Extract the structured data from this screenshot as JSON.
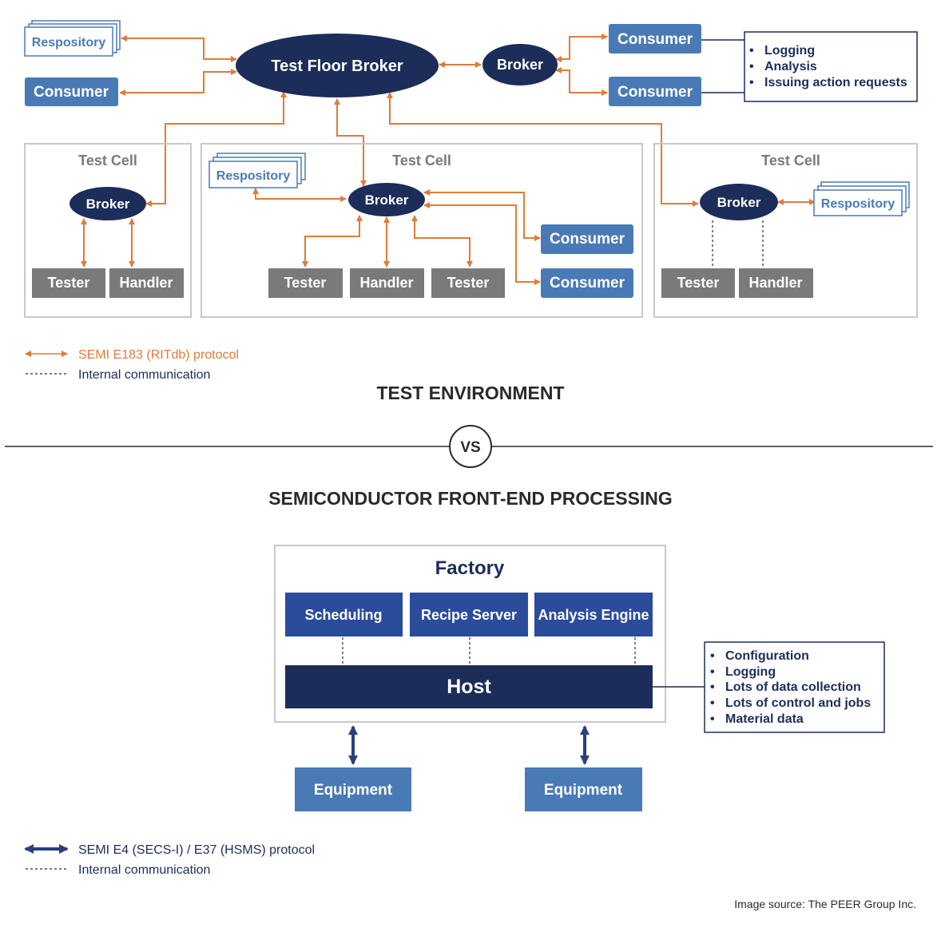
{
  "colors": {
    "navy": "#1c2d5a",
    "blue": "#4a7ab5",
    "repo_border": "#4a7ab5",
    "gray_box": "#7a7a7a",
    "cell_border": "#c8c8c8",
    "orange": "#e07b39",
    "host_navy": "#1c2d5a",
    "factory_block": "#2b4b9b",
    "text_dark": "#2a2a2a",
    "text_gray": "#7a7a7a",
    "list_navy": "#1c2d5a"
  },
  "test_env": {
    "top_repository": "Respository",
    "top_consumer": "Consumer",
    "test_floor_broker": "Test Floor Broker",
    "top_broker": "Broker",
    "right_consumer_1": "Consumer",
    "right_consumer_2": "Consumer",
    "consumer_tasks": [
      "Logging",
      "Analysis",
      "Issuing action requests"
    ],
    "cells": [
      {
        "title": "Test Cell",
        "broker": "Broker",
        "equipment": [
          "Tester",
          "Handler"
        ]
      },
      {
        "title": "Test Cell",
        "broker": "Broker",
        "repository": "Respository",
        "equipment": [
          "Tester",
          "Handler",
          "Tester"
        ],
        "consumers": [
          "Consumer",
          "Consumer"
        ]
      },
      {
        "title": "Test Cell",
        "broker": "Broker",
        "repository": "Respository",
        "equipment": [
          "Tester",
          "Handler"
        ]
      }
    ],
    "legend": {
      "protocol": "SEMI E183 (RITdb) protocol",
      "internal": "Internal communication"
    },
    "section_title": "TEST ENVIRONMENT"
  },
  "vs_label": "VS",
  "front_end": {
    "section_title": "SEMICONDUCTOR FRONT-END PROCESSING",
    "factory_title": "Factory",
    "blocks": [
      "Scheduling",
      "Recipe Server",
      "Analysis Engine"
    ],
    "host": "Host",
    "host_tasks": [
      "Configuration",
      "Logging",
      "Lots of data collection",
      "Lots of control and jobs",
      "Material data"
    ],
    "equipment": [
      "Equipment",
      "Equipment"
    ],
    "legend": {
      "protocol": "SEMI E4 (SECS-I) / E37 (HSMS) protocol",
      "internal": "Internal communication"
    }
  },
  "source": "Image source: The PEER Group Inc."
}
